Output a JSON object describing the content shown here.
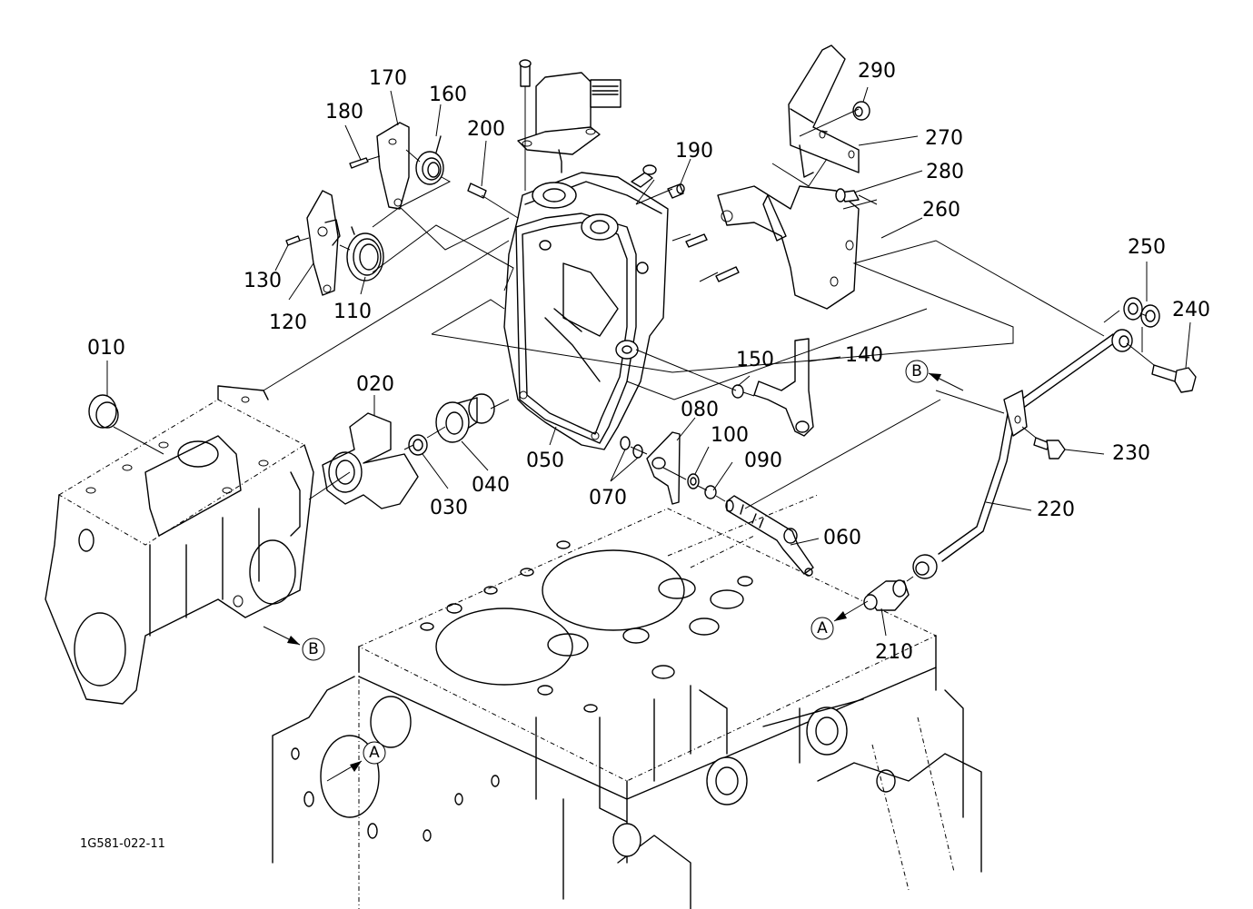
{
  "diagram": {
    "drawing_number": "1G581-022-11",
    "parts": [
      {
        "id": "010",
        "label": "010"
      },
      {
        "id": "020",
        "label": "020"
      },
      {
        "id": "030",
        "label": "030"
      },
      {
        "id": "040",
        "label": "040"
      },
      {
        "id": "050",
        "label": "050"
      },
      {
        "id": "060",
        "label": "060"
      },
      {
        "id": "070",
        "label": "070"
      },
      {
        "id": "080",
        "label": "080"
      },
      {
        "id": "090",
        "label": "090"
      },
      {
        "id": "100",
        "label": "100"
      },
      {
        "id": "110",
        "label": "110"
      },
      {
        "id": "120",
        "label": "120"
      },
      {
        "id": "130",
        "label": "130"
      },
      {
        "id": "140",
        "label": "140"
      },
      {
        "id": "150",
        "label": "150"
      },
      {
        "id": "160",
        "label": "160"
      },
      {
        "id": "170",
        "label": "170"
      },
      {
        "id": "180",
        "label": "180"
      },
      {
        "id": "190",
        "label": "190"
      },
      {
        "id": "200",
        "label": "200"
      },
      {
        "id": "210",
        "label": "210"
      },
      {
        "id": "220",
        "label": "220"
      },
      {
        "id": "230",
        "label": "230"
      },
      {
        "id": "240",
        "label": "240"
      },
      {
        "id": "250",
        "label": "250"
      },
      {
        "id": "260",
        "label": "260"
      },
      {
        "id": "270",
        "label": "270"
      },
      {
        "id": "280",
        "label": "280"
      },
      {
        "id": "290",
        "label": "290"
      }
    ],
    "reference_markers": [
      {
        "id": "A-pipe",
        "letter": "A"
      },
      {
        "id": "A-block",
        "letter": "A"
      },
      {
        "id": "B-pipe",
        "letter": "B"
      },
      {
        "id": "B-case",
        "letter": "B"
      }
    ]
  }
}
